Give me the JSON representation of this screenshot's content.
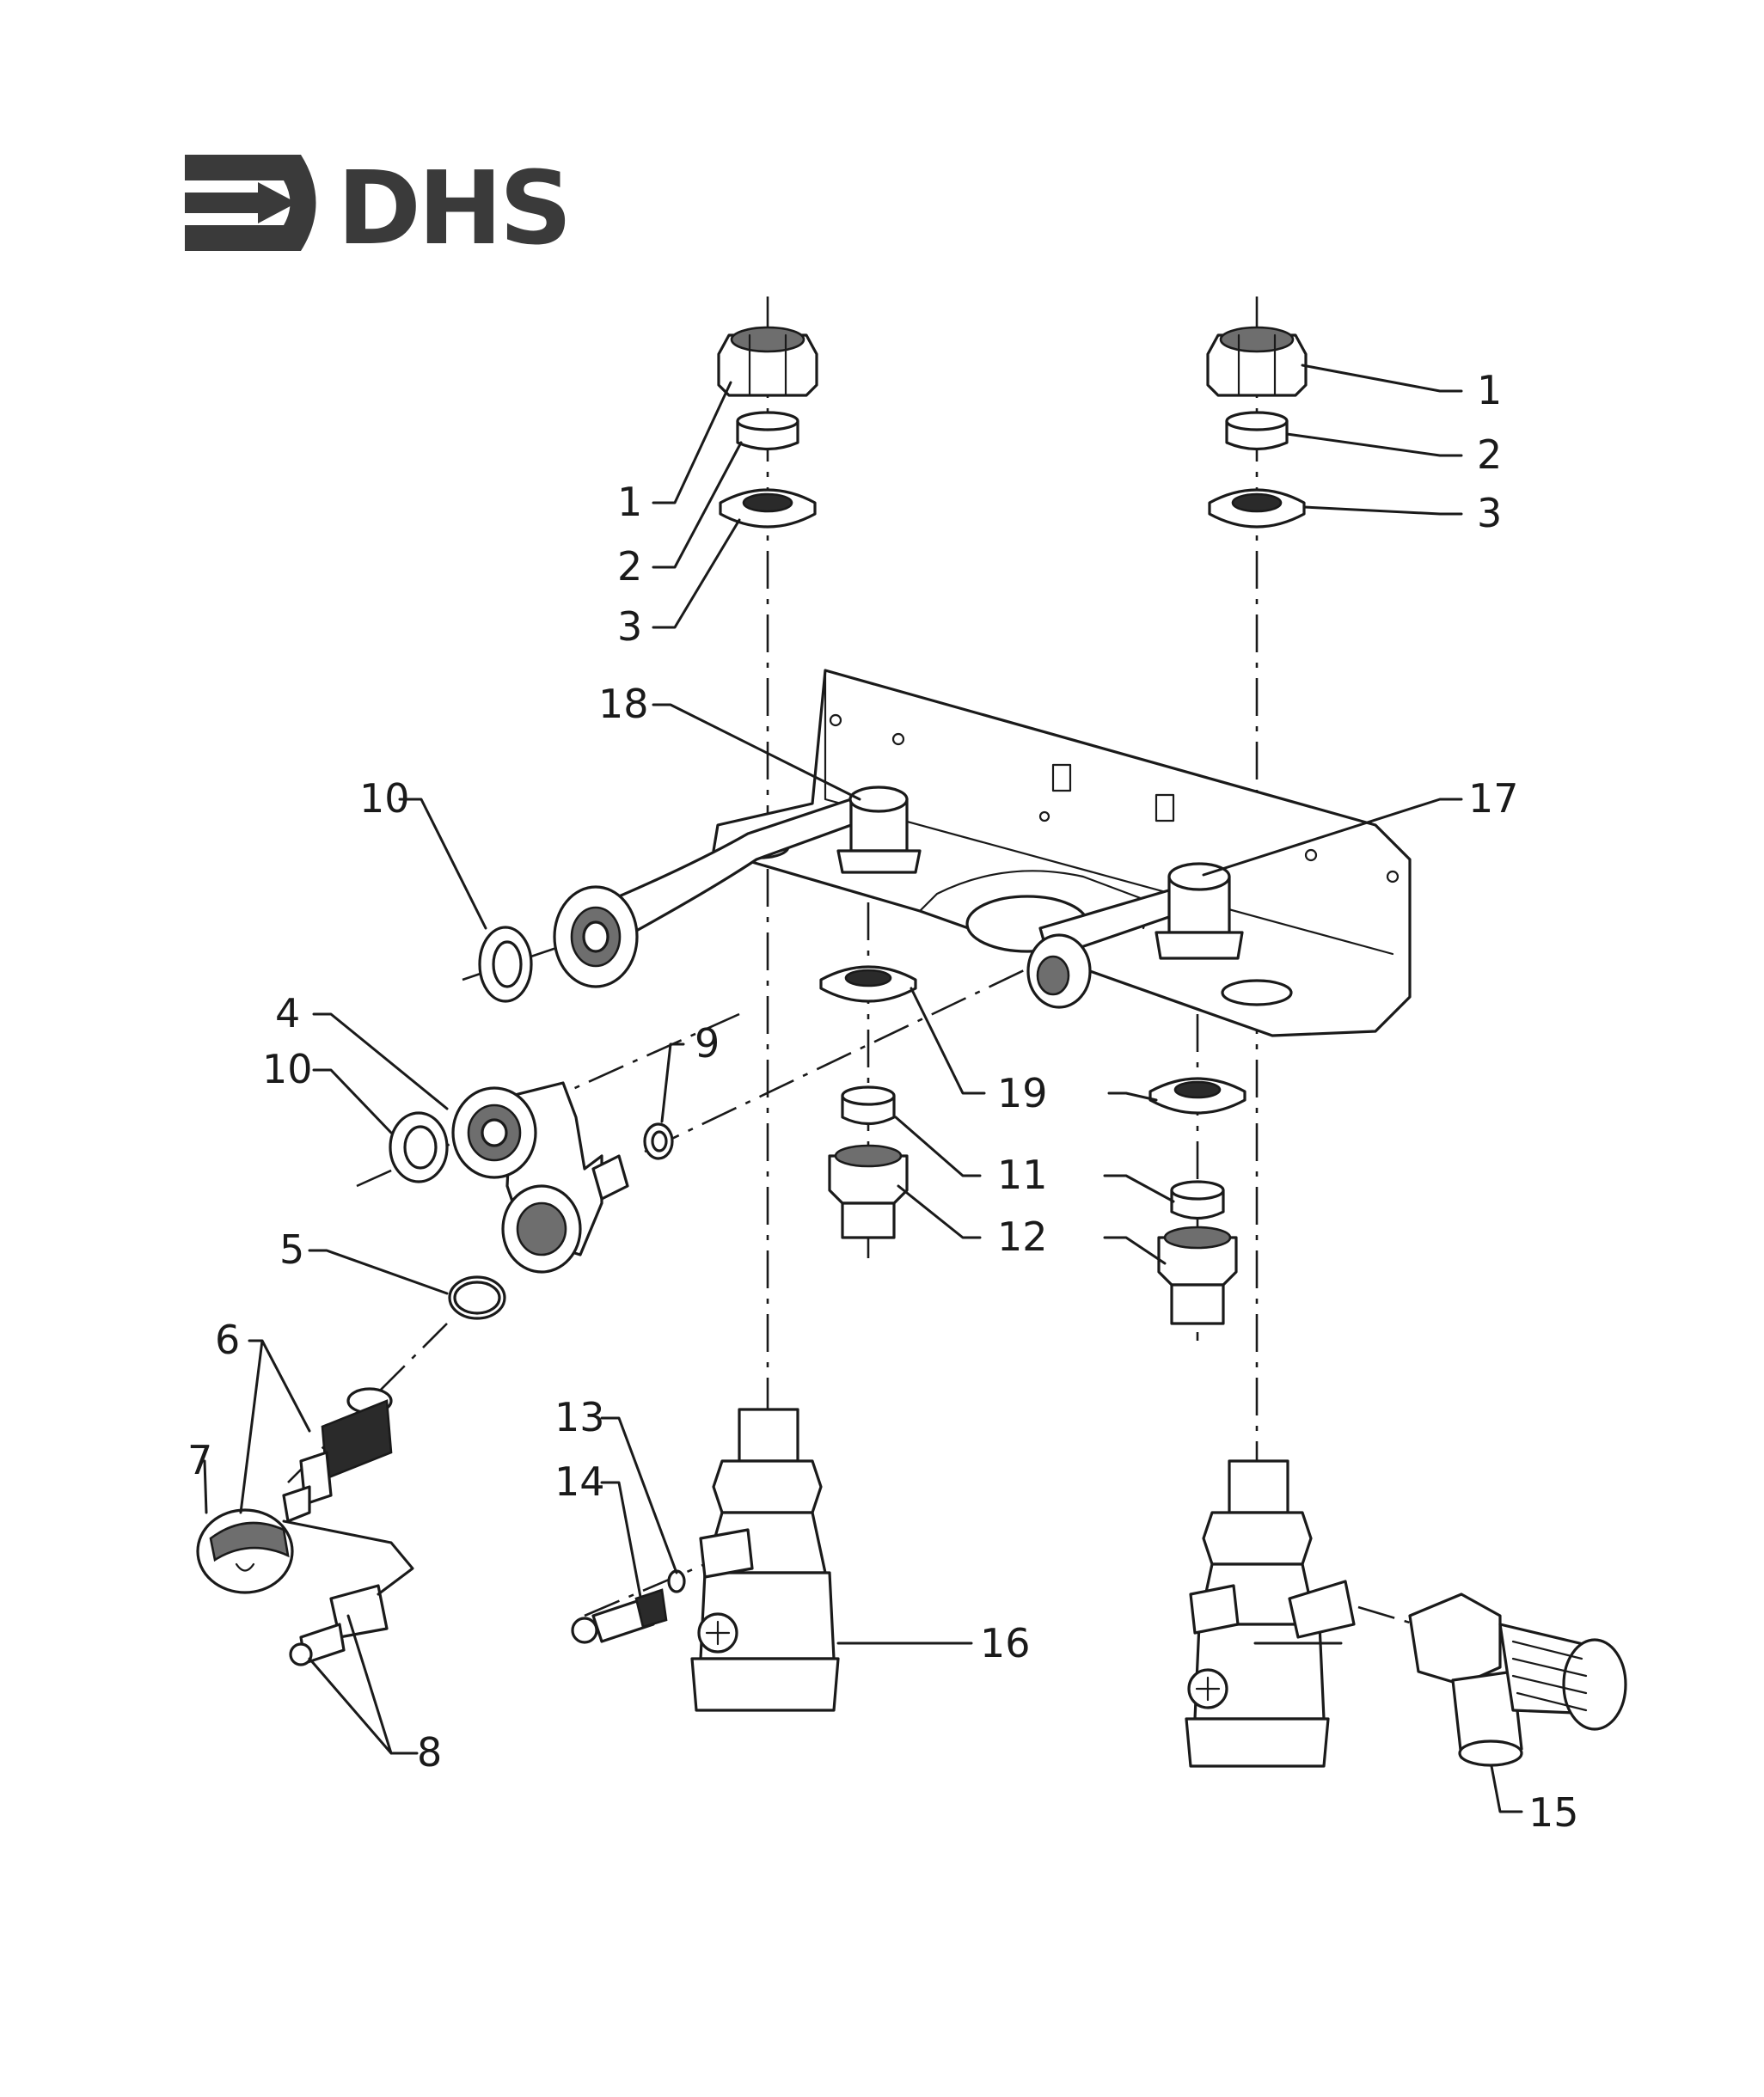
{
  "logo": {
    "text": "DHS",
    "color": "#3a3a3a"
  },
  "callouts": {
    "c1a": "1",
    "c2a": "2",
    "c3a": "3",
    "c1b": "1",
    "c2b": "2",
    "c3b": "3",
    "c4": "4",
    "c5": "5",
    "c6": "6",
    "c7": "7",
    "c8": "8",
    "c9": "9",
    "c10a": "10",
    "c10b": "10",
    "c11": "11",
    "c12": "12",
    "c13": "13",
    "c14": "14",
    "c15": "15",
    "c16": "16",
    "c17": "17",
    "c18": "18",
    "c19": "19"
  },
  "colors": {
    "line": "#1a1a1a",
    "shade": "#6e6e6e",
    "background": "#ffffff"
  }
}
